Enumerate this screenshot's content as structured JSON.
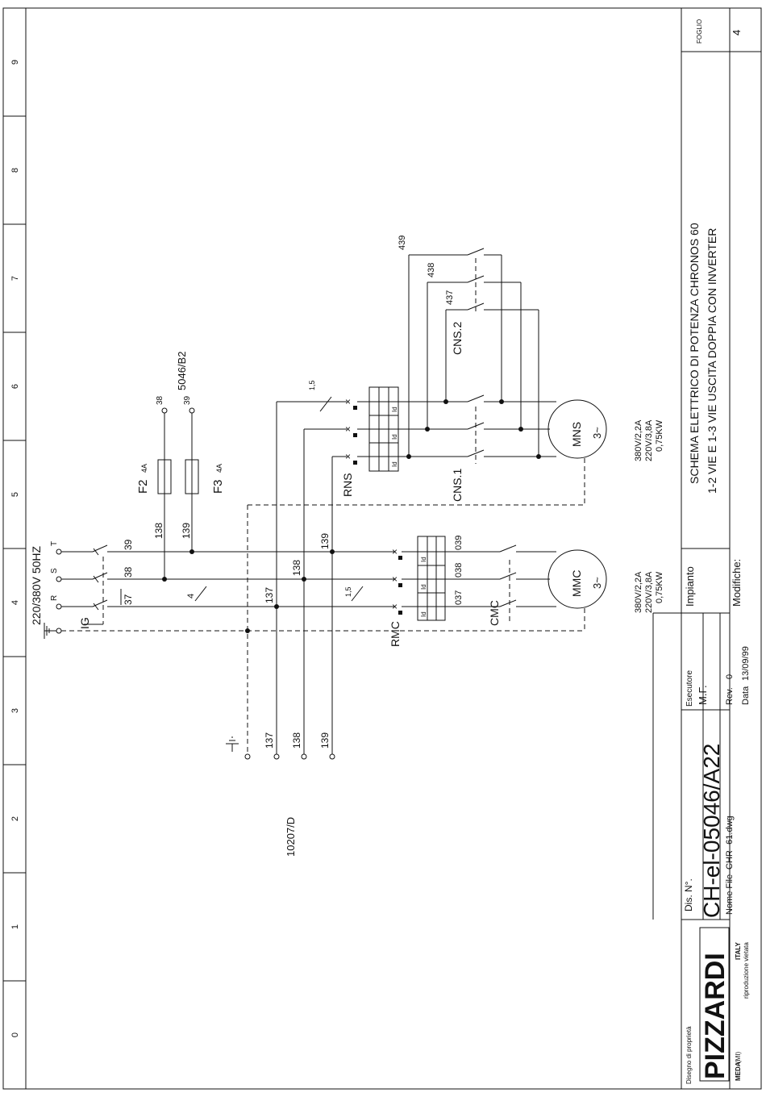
{
  "frame": {
    "grid_numbers": [
      "0",
      "1",
      "2",
      "3",
      "4",
      "5",
      "6",
      "7",
      "8",
      "9"
    ]
  },
  "supply": {
    "title": "220/380V  50HZ",
    "phases": [
      "R",
      "S",
      "T"
    ],
    "wire_numbers": [
      "37",
      "38",
      "39"
    ],
    "switch_label": "IG",
    "extra_wire": "4"
  },
  "fuses": {
    "f2_label": "F2",
    "f2_rating": "4A",
    "f3_label": "F3",
    "f3_rating": "4A",
    "out_38": "38",
    "out_39": "39",
    "ref": "5046/B2",
    "in_138": "138",
    "in_139": "139"
  },
  "bus": {
    "labels": [
      "137",
      "138",
      "139"
    ],
    "section_a": "1,5",
    "section_b": "1,5",
    "bottom_labels": [
      "137",
      "138",
      "139"
    ],
    "ref": "10207/D"
  },
  "main_motor": {
    "relay_label": "RMC",
    "contactor_label": "CMC",
    "motor_label": "MMC",
    "motor_symbol": "3~",
    "rating": [
      "380V/2,2A",
      "220V/3,8A",
      "0,75KW"
    ],
    "out_wires": [
      "037",
      "038",
      "039"
    ],
    "relay_tag": "Id"
  },
  "second_motor": {
    "relay_label": "RNS",
    "contactor1_label": "CNS.1",
    "contactor2_label": "CNS.2",
    "motor_label": "MNS",
    "motor_symbol": "3~",
    "rating": [
      "380V/2,2A",
      "220V/3,8A",
      "0,75KW"
    ],
    "wires": [
      "437",
      "438",
      "439"
    ],
    "relay_tag": "Id",
    "section": "1,5"
  },
  "title_block": {
    "owner_note": "Disegno di proprietà",
    "brand": "PIZZARDI",
    "brand_city": "MEDA",
    "brand_prov": "(MI)",
    "brand_country": "ITALY",
    "copy_note": "riproduzione vietata",
    "dis_label": "Dis. N°.",
    "dis_number": "CH-el-05046/A22",
    "file_label": "Nome File",
    "file_name": "CHR--61.dwg",
    "esecutore_label": "Esecutore",
    "esecutore": "M.F.",
    "rev_label": "Rev.",
    "rev": "0",
    "data_label": "Data",
    "data": "13/09/99",
    "impianto_label": "Impianto",
    "modifiche_label": "Modifiche:",
    "title_line1": "SCHEMA ELETTRICO DI POTENZA CHRONOS 60",
    "title_line2": "1-2 VIE E 1-3 VIE USCITA DOPPIA CON INVERTER",
    "foglio_label": "FOGLIO",
    "foglio": "4"
  }
}
